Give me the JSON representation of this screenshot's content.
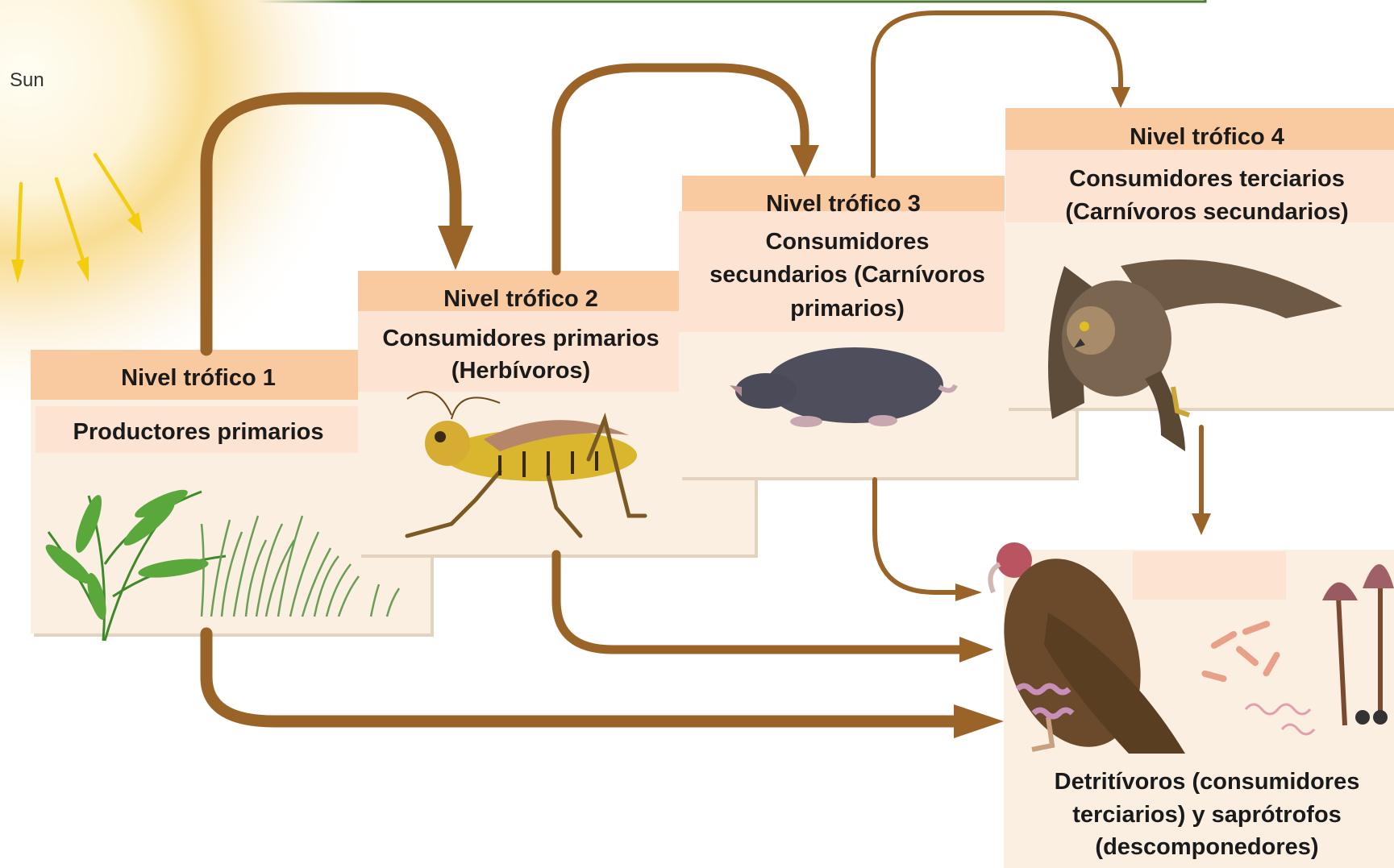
{
  "sun": {
    "label": "Sun"
  },
  "levels": [
    {
      "level": "Nivel trófico 1",
      "role": "Productores primarios"
    },
    {
      "level": "Nivel trófico 2",
      "role_line1": "Consumidores primarios",
      "role_line2": "(Herbívoros)"
    },
    {
      "level": "Nivel trófico 3",
      "role_line1": "Consumidores",
      "role_line2": "secundarios (Carnívoros",
      "role_line3": "primarios)"
    },
    {
      "level": "Nivel trófico 4",
      "role_line1": "Consumidores terciarios",
      "role_line2": "(Carnívoros secundarios)"
    }
  ],
  "detritivores": {
    "line1": "Detritívoros (consumidores",
    "line2": "terciarios) y saprótrofos",
    "line3": "(descomponedores)"
  },
  "colors": {
    "flow": "#9a6327",
    "header": "#f9c9a0",
    "panel": "#fbefe2",
    "sun_ray": "#f2cd10"
  },
  "illustrations": [
    "fern-and-grass",
    "grasshopper",
    "mole",
    "owl",
    "vulture",
    "bacteria",
    "mushrooms"
  ]
}
